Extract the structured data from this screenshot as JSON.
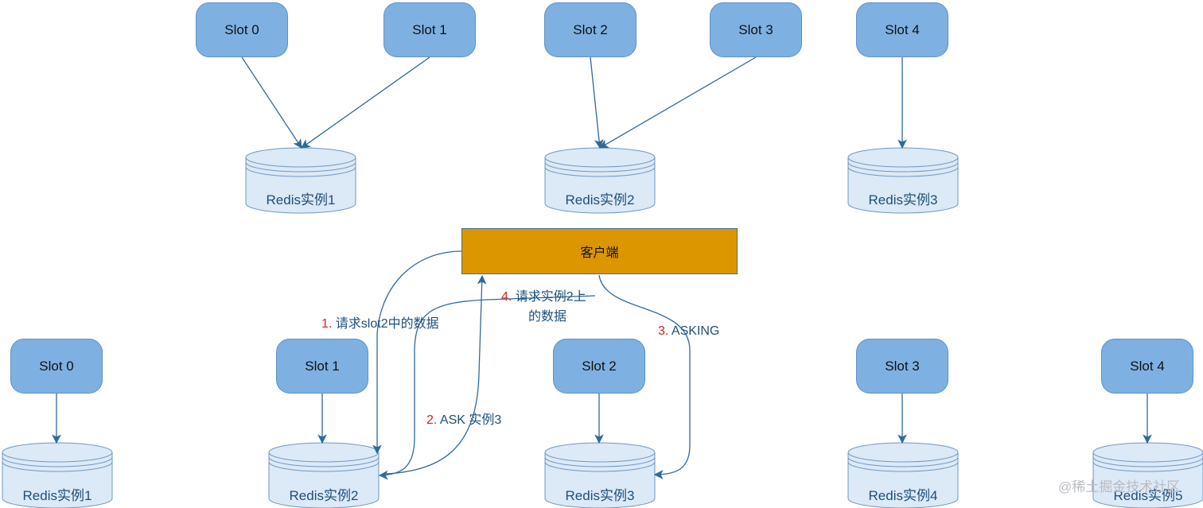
{
  "top": {
    "slots": [
      "Slot 0",
      "Slot 1",
      "Slot 2",
      "Slot 3",
      "Slot 4"
    ],
    "instances": [
      "Redis实例1",
      "Redis实例2",
      "Redis实例3"
    ]
  },
  "client": {
    "label": "客户端"
  },
  "bottom": {
    "slots": [
      "Slot 0",
      "Slot 1",
      "Slot 2",
      "Slot 3",
      "Slot 4"
    ],
    "instances": [
      "Redis实例1",
      "Redis实例2",
      "Redis实例3",
      "Redis实例4",
      "Redis实例5"
    ]
  },
  "steps": [
    {
      "num": "1.",
      "text": "请求slot2中的数据"
    },
    {
      "num": "2.",
      "text": "ASK 实例3"
    },
    {
      "num": "3.",
      "text": "ASKING"
    },
    {
      "num": "4.",
      "text": "请求实例2上",
      "line2": "的数据"
    }
  ],
  "watermark": "@稀土掘金技术社区",
  "colors": {
    "slot": "#7eb1e2",
    "client": "#db9600",
    "database": "#dce9f6",
    "arrow": "#2f6a9c",
    "step_number": "#e02020"
  }
}
